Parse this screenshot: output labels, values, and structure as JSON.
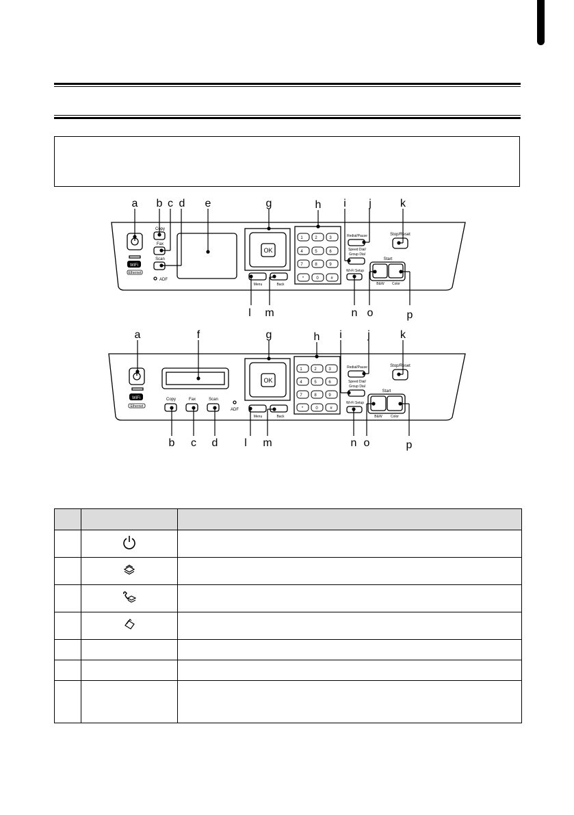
{
  "header": {
    "title": "",
    "subtitle": "",
    "note": ""
  },
  "callouts_top": [
    "a",
    "b",
    "c",
    "d",
    "e",
    "g",
    "h",
    "i",
    "j",
    "k",
    "l",
    "m",
    "n",
    "o",
    "p"
  ],
  "callouts_bottom": [
    "a",
    "f",
    "g",
    "h",
    "i",
    "j",
    "k",
    "b",
    "c",
    "d",
    "l",
    "m",
    "n",
    "o",
    "p"
  ],
  "panel": {
    "copy": "Copy",
    "fax": "Fax",
    "scan": "Scan",
    "adf": "ADF",
    "ok": "OK",
    "menu": "Menu",
    "back": "Back",
    "redial": "Redial/Pause",
    "speed_dial": "Speed Dial/",
    "group_dial": "Group Dial",
    "wifi_setup": "Wi-Fi Setup",
    "stop_reset": "Stop/Reset",
    "start": "Start",
    "bw": "B&W",
    "color": "Color",
    "wifi_logo": "WiFi",
    "ethernet": "Ethernet",
    "keys": [
      "1",
      "2",
      "3",
      "4",
      "5",
      "6",
      "7",
      "8",
      "9",
      "*",
      "0",
      "#"
    ]
  },
  "table": {
    "icons": [
      "power-icon",
      "copy-icon",
      "fax-icon",
      "scan-icon"
    ]
  }
}
